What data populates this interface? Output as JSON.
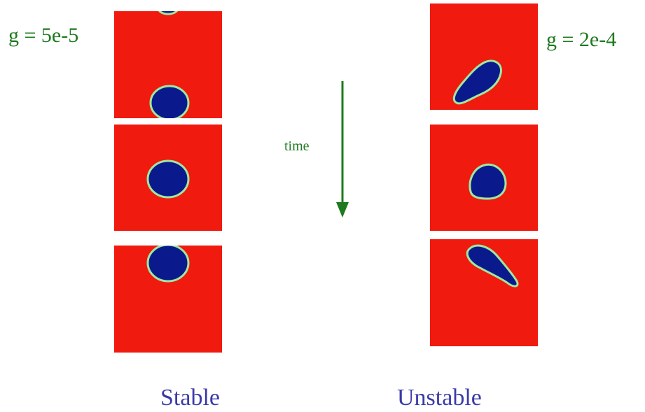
{
  "left": {
    "g_label": "g = 5e-5",
    "caption": "Stable"
  },
  "right": {
    "g_label": "g = 2e-4",
    "caption": "Unstable"
  },
  "time_label": "time",
  "colors": {
    "background": "#f01a0f",
    "bubble": "#0a1a8c",
    "interface": "#9fe8a0",
    "label_green": "#1e7a1e",
    "caption_blue": "#3a3aa8"
  }
}
